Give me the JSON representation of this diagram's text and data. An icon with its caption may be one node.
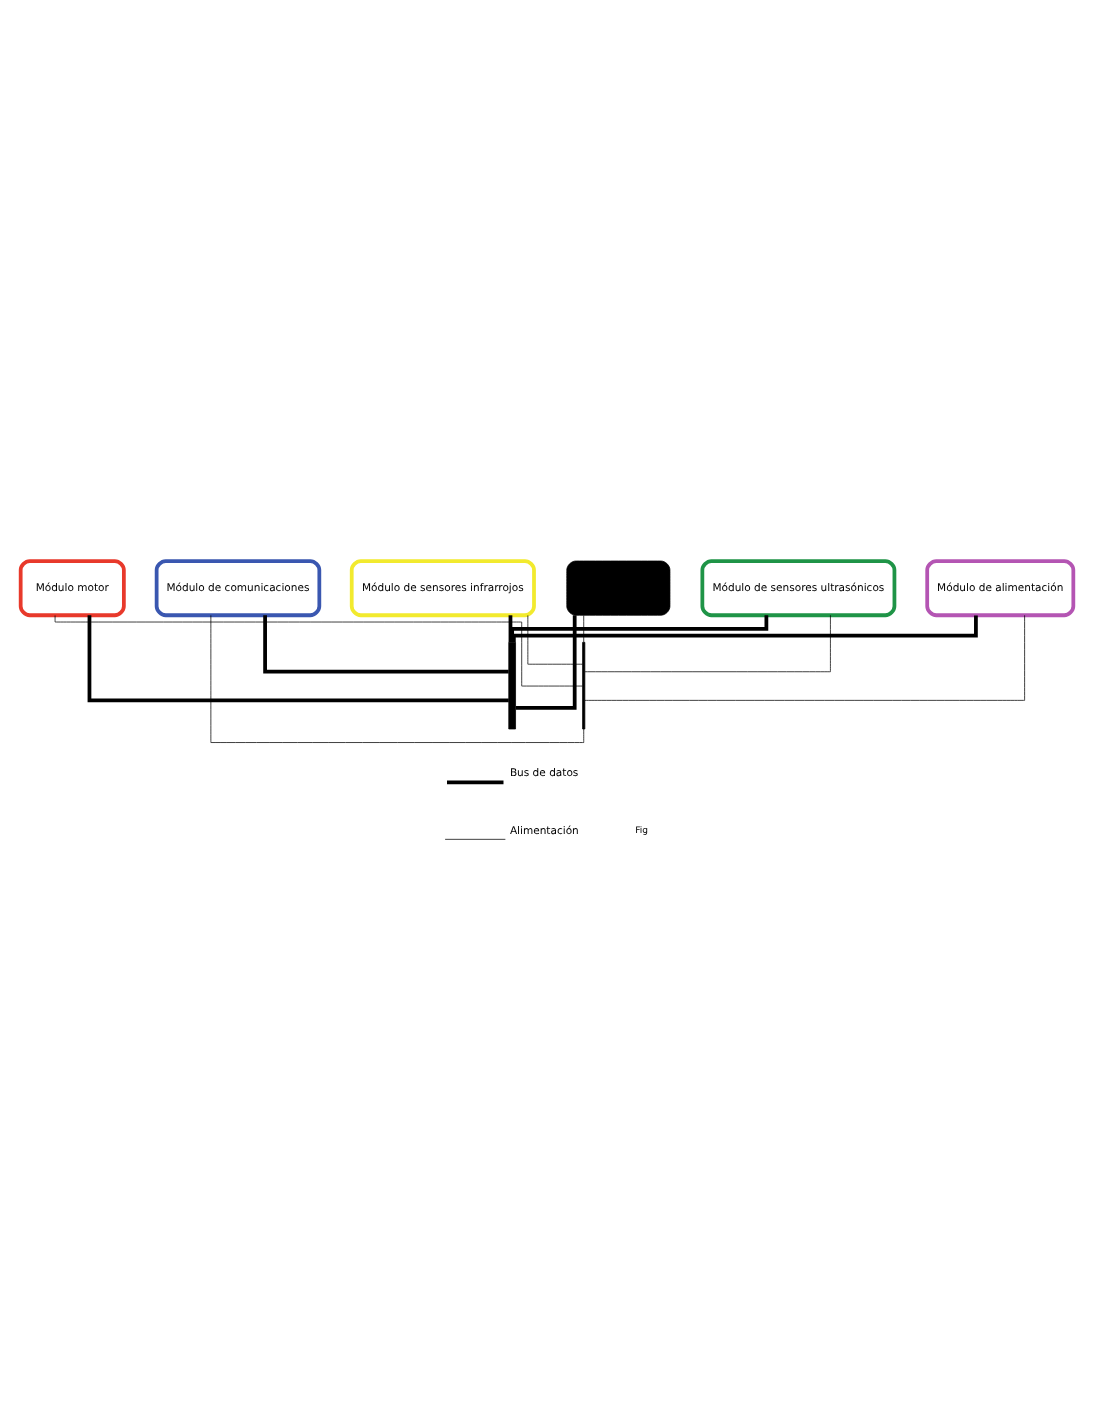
{
  "diagram": {
    "nodes": [
      {
        "text": [
          "Módulo motor"
        ]
      },
      {
        "text": [
          "Módulo de comunicaciones"
        ]
      },
      {
        "text": [
          "Módulo de sensores infrarrojos"
        ]
      },
      {
        "text": [],
        "shape": "box"
      },
      {
        "text": [
          "Módulo de sensores ultrasónicos"
        ]
      },
      {
        "text": [
          "Módulo de alimentación"
        ]
      },
      {
        "text": [],
        "shape": "bar"
      },
      {
        "text": [],
        "shape": "bar"
      }
    ],
    "edges": [
      {
        "from": 0,
        "to": 6,
        "arrow": "none",
        "style": "thick"
      },
      {
        "from": 0,
        "to": 7,
        "arrow": "none"
      },
      {
        "from": 1,
        "to": 6,
        "arrow": "none",
        "style": "thick"
      },
      {
        "from": 1,
        "to": 7,
        "arrow": "none"
      },
      {
        "from": 2,
        "to": 6,
        "arrow": "none",
        "style": "thick"
      },
      {
        "from": 2,
        "to": 7,
        "arrow": "none"
      },
      {
        "from": 3,
        "to": 6,
        "arrow": "none",
        "style": "thick"
      },
      {
        "from": 3,
        "to": 7,
        "arrow": "none"
      },
      {
        "from": 4,
        "to": 6,
        "arrow": "none",
        "style": "thick"
      },
      {
        "from": 4,
        "to": 7,
        "arrow": "none"
      },
      {
        "from": 5,
        "to": 6,
        "arrow": "none",
        "style": "thick"
      },
      {
        "from": 5,
        "to": 7,
        "arrow": "none"
      }
    ],
    "labels": [
      "Fig"
    ],
    "legend": [
      {
        "text": "Bus de datos"
      },
      {
        "text": "Alimentación"
      }
    ]
  }
}
